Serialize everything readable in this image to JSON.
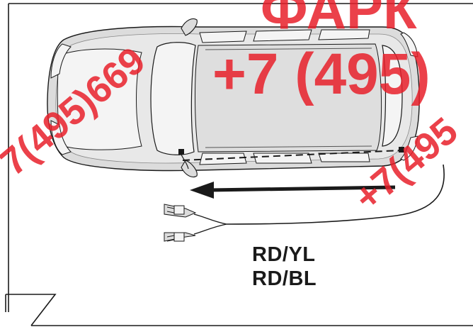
{
  "wire_labels": [
    "RD/YL",
    "RD/BL"
  ],
  "watermark": {
    "brand": "ФАРК",
    "phone": "+7 (495)",
    "phone_partial_1": "7(495)669",
    "phone_partial_2": "+7(495",
    "color": "#e8202a"
  },
  "colors": {
    "outline": "#1a1a1a",
    "car_body": "#dcdcdc",
    "car_panel": "#f4f4f4",
    "watermark": "#e8202a"
  },
  "icons": [
    "wire-connector-icon",
    "direction-arrow-icon"
  ]
}
